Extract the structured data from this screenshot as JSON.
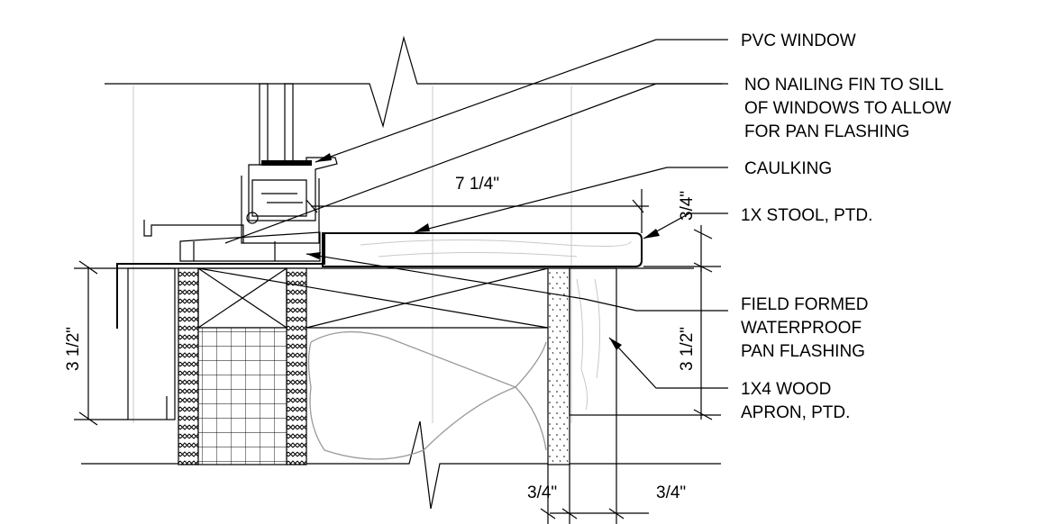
{
  "callouts": {
    "pvc_window": "PVC WINDOW",
    "nailing_fin_line1": "NO NAILING FIN TO SILL",
    "nailing_fin_line2": "OF WINDOWS TO ALLOW",
    "nailing_fin_line3": "FOR PAN FLASHING",
    "caulking": "CAULKING",
    "stool": "1X STOOL, PTD.",
    "pan_flashing_line1": "FIELD FORMED",
    "pan_flashing_line2": "WATERPROOF",
    "pan_flashing_line3": "PAN FLASHING",
    "apron_line1": "1X4 WOOD",
    "apron_line2": "APRON, PTD."
  },
  "dimensions": {
    "stool_width": "7 1/4\"",
    "stool_thickness": "3/4\"",
    "apron_height": "3 1/2\"",
    "left_height": "3 1/2\"",
    "gap_left": "3/4\"",
    "gap_right": "3/4\""
  },
  "colors": {
    "line": "#000000",
    "secondary_line": "#9a9a9a"
  }
}
